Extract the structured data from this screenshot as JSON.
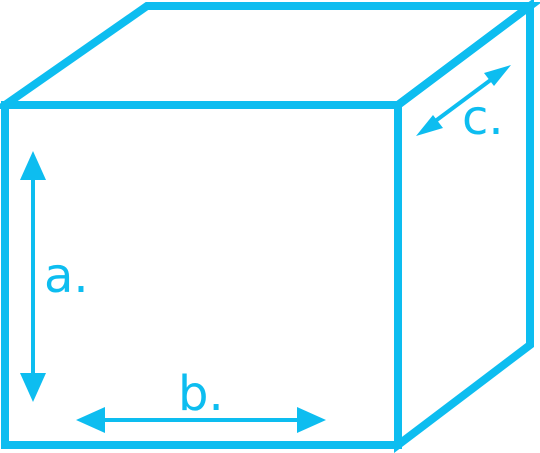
{
  "colors": {
    "stroke": "#0dbdf0",
    "background": "#ffffff"
  },
  "labels": {
    "height": "a.",
    "width": "b.",
    "depth": "c."
  }
}
